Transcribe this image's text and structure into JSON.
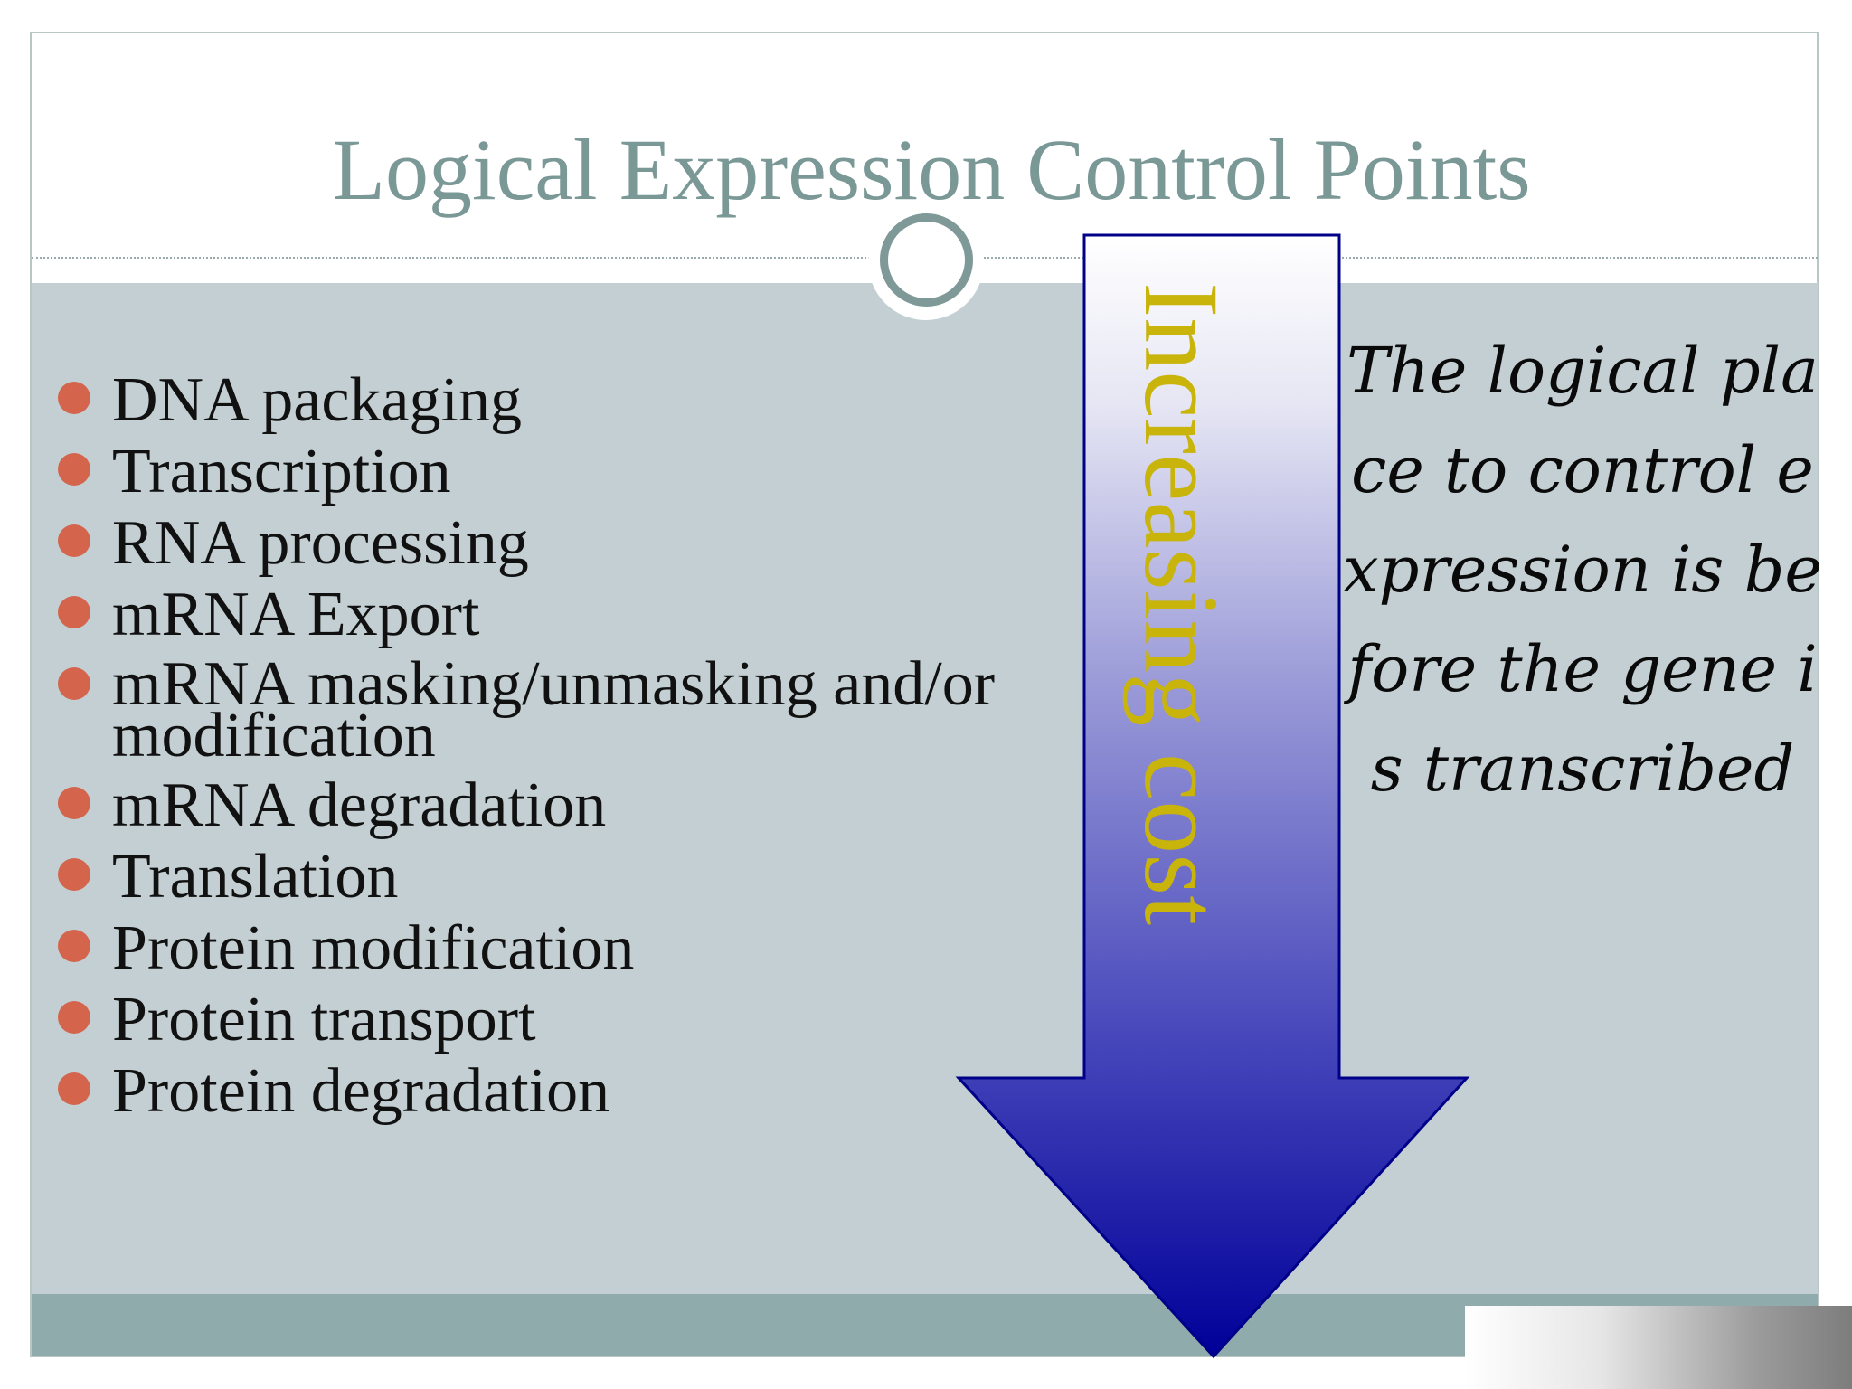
{
  "slide": {
    "title": "Logical Expression Control Points",
    "bullets": [
      "DNA packaging",
      "Transcription",
      "RNA processing",
      "mRNA Export",
      "mRNA masking/unmasking and/or modification",
      "mRNA degradation",
      "Translation",
      "Protein modification",
      "Protein transport",
      "Protein degradation"
    ],
    "arrow_label": "Increasing cost",
    "side_note": "The logical place to control expression is before the gene is transcribed"
  },
  "colors": {
    "title": "#7a9896",
    "bullet_dot": "#d4654c",
    "content_band": "#c3cfd2",
    "footer_band": "#8fabab",
    "arrow_top": "#ffffff",
    "arrow_bottom": "#000099",
    "arrow_label": "#c8b40a"
  }
}
